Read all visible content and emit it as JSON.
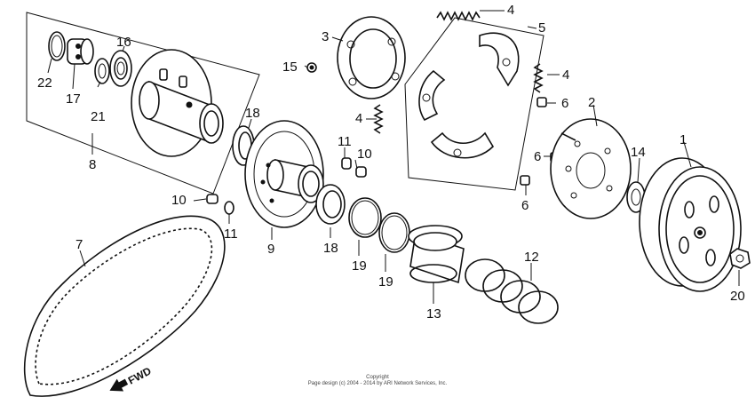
{
  "parts": {
    "p1": "1",
    "p2": "2",
    "p3": "3",
    "p4a": "4",
    "p4b": "4",
    "p4c": "4",
    "p5": "5",
    "p6a": "6",
    "p6b": "6",
    "p6c": "6",
    "p7": "7",
    "p8": "8",
    "p9": "9",
    "p10a": "10",
    "p10b": "10",
    "p11a": "11",
    "p11b": "11",
    "p12": "12",
    "p13": "13",
    "p14": "14",
    "p15": "15",
    "p16": "16",
    "p17": "17",
    "p18a": "18",
    "p18b": "18",
    "p19a": "19",
    "p19b": "19",
    "p20": "20",
    "p21": "21",
    "p22": "22"
  },
  "fwd_label": "FWD",
  "copyright": {
    "line1": "Copyright",
    "line2": "Page design (c) 2004 - 2014 by ARI Network Services, Inc."
  }
}
